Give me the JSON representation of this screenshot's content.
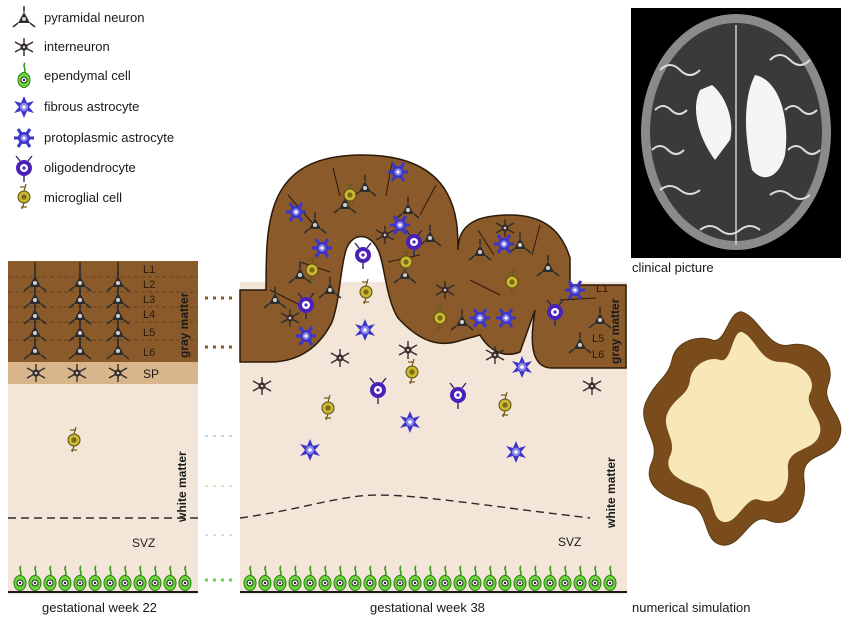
{
  "legend": [
    {
      "label": "pyramidal neuron",
      "icon": "pyramidal-neuron",
      "color": "#3a3a3a"
    },
    {
      "label": "interneuron",
      "icon": "interneuron",
      "color": "#3a3a3a"
    },
    {
      "label": "ependymal cell",
      "icon": "ependymal-cell",
      "color": "#5fd32a"
    },
    {
      "label": "fibrous astrocyte",
      "icon": "fibrous-astrocyte",
      "color": "#4a3fd0"
    },
    {
      "label": "protoplasmic astrocyte",
      "icon": "protoplasmic-astrocyte",
      "color": "#4a3fd0"
    },
    {
      "label": "oligodendrocyte",
      "icon": "oligodendrocyte",
      "color": "#4a22b8"
    },
    {
      "label": "microglial cell",
      "icon": "microglial-cell",
      "color": "#c9b830"
    }
  ],
  "week22": {
    "layers": [
      "L1",
      "L2",
      "L3",
      "L4",
      "L5",
      "L6"
    ],
    "gray_matter": "gray matter",
    "subplate": "SP",
    "white_matter": "white matter",
    "svz": "SVZ",
    "caption": "gestational week 22"
  },
  "week38": {
    "layers_top": [
      "L1"
    ],
    "layers_bottom": [
      "L5",
      "L6"
    ],
    "gray_matter": "gray matter",
    "white_matter": "white matter",
    "svz": "SVZ",
    "caption": "gestational week 38"
  },
  "clinical": {
    "caption": "clinical picture"
  },
  "simulation": {
    "caption": "numerical simulation"
  },
  "colors": {
    "gray_matter": "#8a5a2b",
    "subplate": "#d8b58a",
    "white_matter": "#f3e6d8",
    "sim_inner": "#f8e8b8",
    "sim_outer": "#7a4c1c",
    "ependymal": "#5fd32a"
  }
}
